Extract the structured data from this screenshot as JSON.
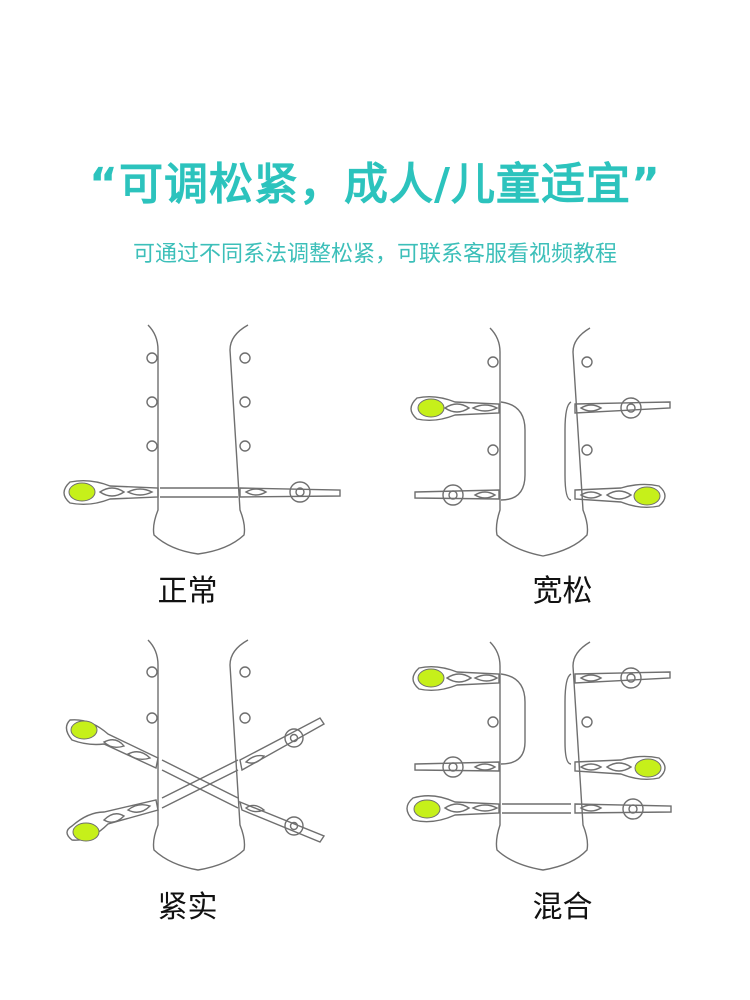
{
  "header": {
    "headline": "“可调松紧，成人/儿童适宜”",
    "subtitle": "可通过不同系法调整松紧，可联系客服看视频教程"
  },
  "colors": {
    "headline": "#2cc3bd",
    "subtitle": "#3cbfb9",
    "line": "#6f6f6f",
    "accent": "#c6f01a"
  },
  "panels": [
    {
      "caption": "正常"
    },
    {
      "caption": "宽松"
    },
    {
      "caption": "紧实"
    },
    {
      "caption": "混合"
    }
  ]
}
